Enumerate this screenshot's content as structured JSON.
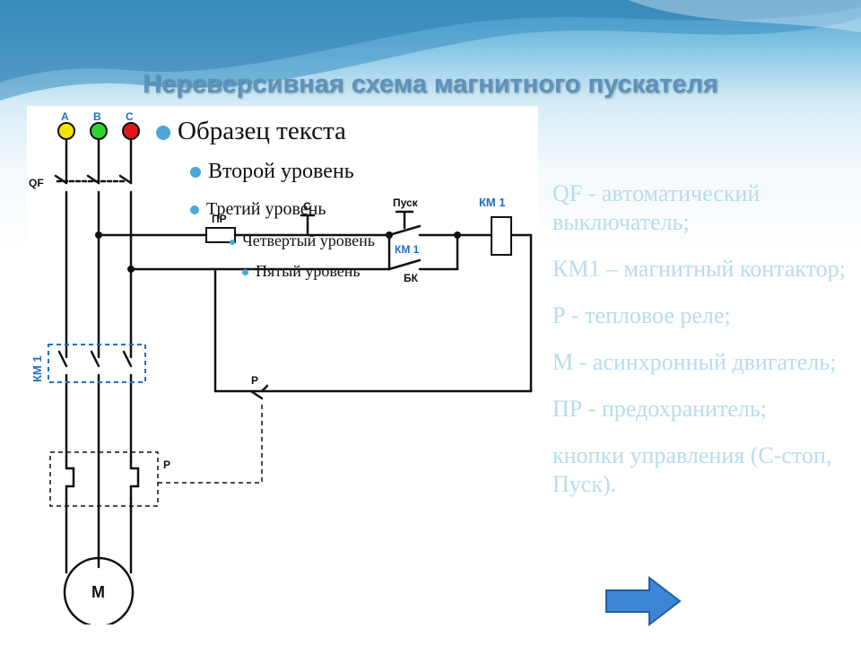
{
  "slide": {
    "title": "Нереверсивная схема магнитного пускателя"
  },
  "placeholder": {
    "level1": "Образец текста",
    "level2": "Второй уровень",
    "level3": "Третий уровень",
    "level4": "Четвертый уровень",
    "level5": "Пятый уровень"
  },
  "diagram": {
    "phase_a": "A",
    "phase_b": "B",
    "phase_c": "C",
    "qf": "QF",
    "km1_vertical": "КМ 1",
    "p_relay": "P",
    "p_contact": "P",
    "motor": "M",
    "pr": "ПР",
    "stop": "С",
    "start": "Пуск",
    "km1_coil": "КМ 1",
    "km1_aux": "КМ 1",
    "bk": "БК",
    "colors": {
      "phase_a": "#f2e600",
      "phase_b": "#2fd32f",
      "phase_c": "#e01818",
      "label_blue": "#1f6fc4"
    }
  },
  "legend": [
    "QF - автоматический выключатель;",
    "КМ1 – магнитный контактор;",
    "Р - тепловое реле;",
    "М - асинхронный двигатель;",
    "ПР - предохранитель;",
    "кнопки управления (С-стоп, Пуск)."
  ],
  "nav": {
    "icon": "right-arrow-icon",
    "color": "#3d86d6"
  }
}
